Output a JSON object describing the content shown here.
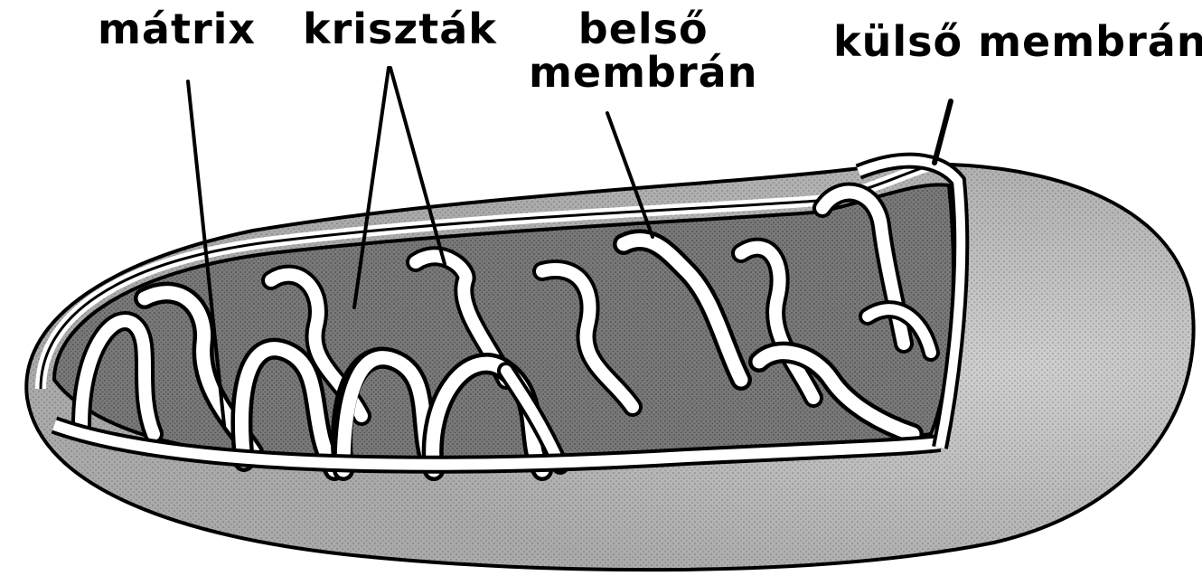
{
  "labels": {
    "matrix": "mátrix",
    "krisztak": "kriszták",
    "belso_line1": "belső",
    "belso_line2": "membrán",
    "kulso": "külső membrán"
  },
  "colors": {
    "outer_fill": "#c8c8c8",
    "outer_dark": "#9a9a9a",
    "inner_space": "#6e6e6e",
    "membrane": "#ffffff",
    "outline": "#000000"
  }
}
